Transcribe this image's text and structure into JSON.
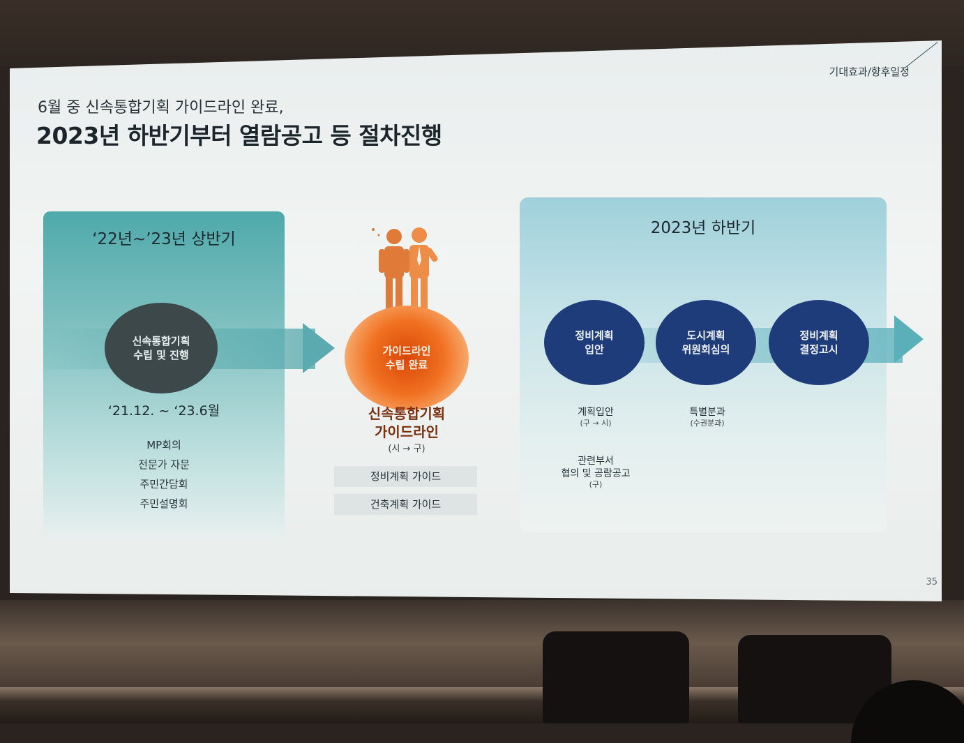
{
  "slide": {
    "section_label": "기대효과/향후일정",
    "subtitle": "6월 중 신속통합기획 가이드라인 완료,",
    "title": "2023년 하반기부터 열람공고 등 절차진행",
    "page_number": "35"
  },
  "left_panel": {
    "title": "‘22년~’23년 상반기",
    "circle_label": "신속통합기획\n수립 및 진행",
    "period": "‘21.12. ~ ‘23.6월",
    "items": [
      "MP회의",
      "전문가 자문",
      "주민간담회",
      "주민설명회"
    ]
  },
  "middle": {
    "circle_label": "가이드라인\n수립 완료",
    "title": "신속통합기획\n가이드라인",
    "sub": "(시 → 구)",
    "guides": [
      "정비계획 가이드",
      "건축계획 가이드"
    ]
  },
  "right_panel": {
    "title": "2023년 하반기",
    "steps": [
      {
        "label": "정비계획\n입안",
        "note": "계획입안",
        "note_sub": "(구 → 시)"
      },
      {
        "label": "도시계획\n위원회심의",
        "note": "특별분과",
        "note_sub": "(수권분과)"
      },
      {
        "label": "정비계획\n결정고시"
      }
    ],
    "extra_note": "관련부서\n협의 및 공람공고",
    "extra_note_sub": "(구)"
  },
  "colors": {
    "dark_circle": "#3c4849",
    "orange_circle": "#f07020",
    "blue_circle": "#1f3c7a",
    "teal_panel": "#4fa9aa",
    "light_blue_panel": "#9fd0da"
  }
}
